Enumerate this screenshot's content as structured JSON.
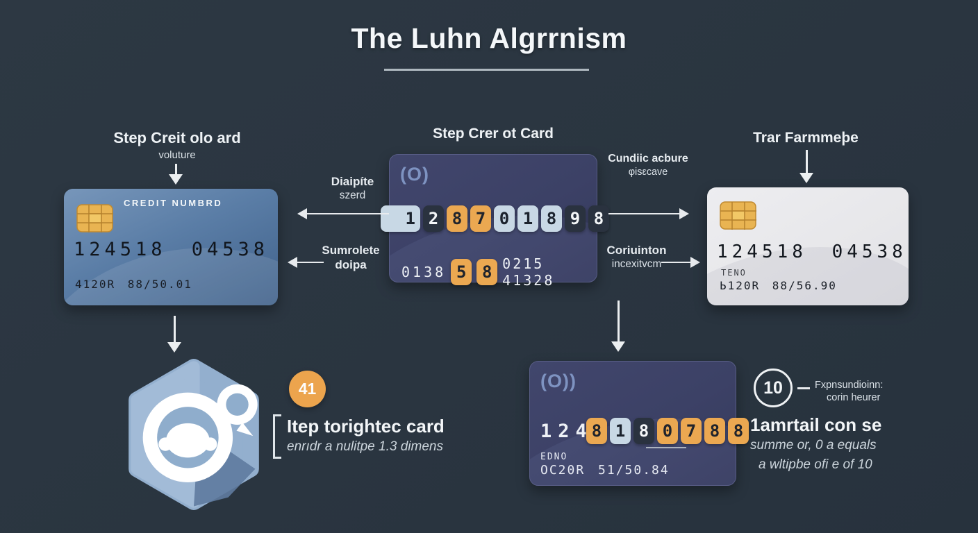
{
  "title": "The Luhn Algrrnism",
  "colors": {
    "background": "#2b3540",
    "accent_orange": "#eba851",
    "tile_light": "#c8d8e5",
    "tile_dark": "#2a323f",
    "card_blue": "#5a7da6",
    "card_navy": "#3c4166",
    "card_white": "#e9e9ec",
    "text_light": "#f3f6f8"
  },
  "left_section": {
    "header": "Step Creit olo ard",
    "subheader": "voluture",
    "card": {
      "label": "CREDIT NUMBRD",
      "number": "124518 04538",
      "meta": "4120R 88/50.01"
    }
  },
  "center_section": {
    "header": "Step Crer ot Card",
    "card": {
      "logo": "(O)",
      "tiles": [
        {
          "d": "1",
          "t": "light"
        },
        {
          "d": "2",
          "t": "dark"
        },
        {
          "d": "8",
          "t": "orange"
        },
        {
          "d": "7",
          "t": "orange"
        },
        {
          "d": "0",
          "t": "light"
        },
        {
          "d": "1",
          "t": "light"
        },
        {
          "d": "8",
          "t": "light"
        },
        {
          "d": "9",
          "t": "dark"
        },
        {
          "d": "8",
          "t": "dark"
        }
      ],
      "row2_prefix": "0138",
      "row2_tiles": [
        {
          "d": "5",
          "t": "orange"
        },
        {
          "d": "8",
          "t": "orange"
        }
      ],
      "row2_suffix": "0215 41328"
    }
  },
  "flow_labels": {
    "left_top_line1": "Diaipíte",
    "left_top_line2": "szerd",
    "left_bottom_line1": "Sumrolete",
    "left_bottom_line2": "doipa",
    "right_top_line1": "Cundiic acbure",
    "right_top_line2": "φisεcave",
    "right_bottom_line1": "Coriuinton",
    "right_bottom_line2": "incexitvcm"
  },
  "right_section": {
    "header": "Trar Farmmeþe",
    "card": {
      "number": "124518 04538",
      "label": "TENO",
      "meta": "Ь120R 88/56.90"
    }
  },
  "bottom_left": {
    "badge": "41",
    "heading": "Itep torightec card",
    "subtext": "enrıdr a nulitpe 1.3 dimens"
  },
  "bottom_center": {
    "card": {
      "logo": "(O))",
      "prefix_digits": "124",
      "tiles": [
        {
          "d": "8",
          "t": "orange"
        },
        {
          "d": "1",
          "t": "light"
        },
        {
          "d": "8",
          "t": "dark"
        },
        {
          "d": "0",
          "t": "orange"
        },
        {
          "d": "7",
          "t": "orange"
        },
        {
          "d": "8",
          "t": "orange"
        },
        {
          "d": "8",
          "t": "orange"
        }
      ],
      "label": "EDNO",
      "meta": "OC20R 51/50.84"
    }
  },
  "bottom_right": {
    "badge": "10",
    "annotation_line1": "Fxpnsundioinn:",
    "annotation_line2": "corin heurer",
    "heading": "1amrtail con se",
    "subtext1": "summe or, 0 a equals",
    "subtext2": "a wltipbe ofi e of 10"
  }
}
